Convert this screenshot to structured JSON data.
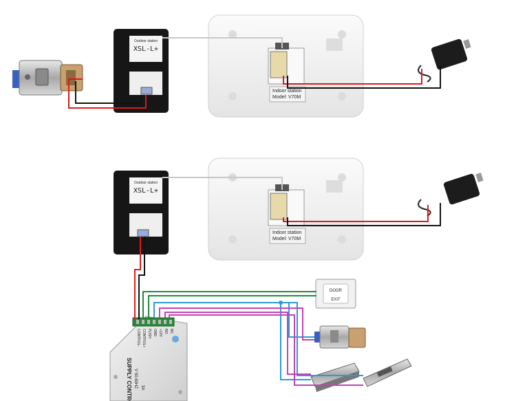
{
  "outdoor_unit": {
    "brand_line": "Outdoor station",
    "model": "XSL-L+"
  },
  "indoor_monitor": {
    "label_line1": "Indoor station",
    "label_line2": "Model: V70M"
  },
  "power_supply": {
    "title": "SUPPLY CONTROL",
    "terminal_labels": [
      "CONTROL-",
      "CONTROL+",
      "PUSH",
      "GND",
      "+12V",
      "NO",
      "NC"
    ],
    "rating": "V 50-60HZ",
    "current": "3A"
  },
  "exit_button": {
    "label_line1": "DOOR",
    "label_line2": "EXIT"
  },
  "wire_colors": {
    "red": "#e01818",
    "black": "#111111",
    "green": "#1e8a3a",
    "blue": "#2a9ad8",
    "magenta": "#c63fb8",
    "gray": "#c8c8c8"
  }
}
